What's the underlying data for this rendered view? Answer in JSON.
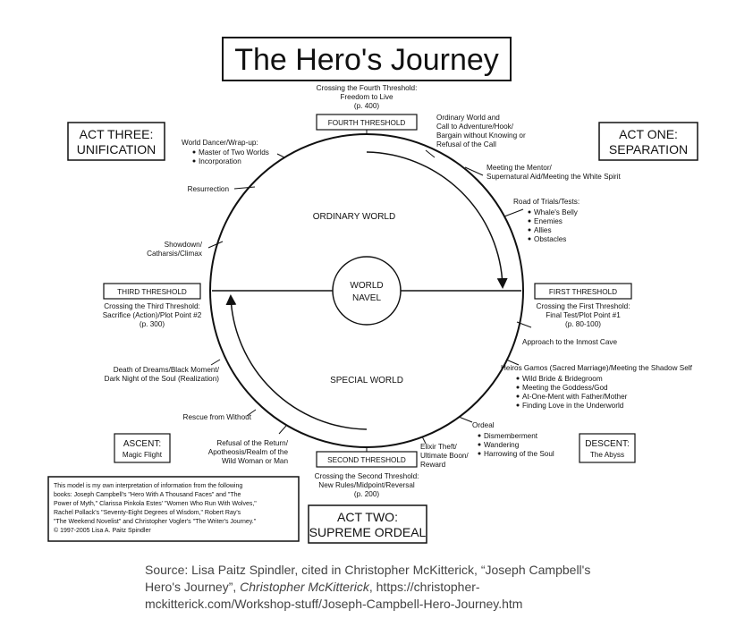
{
  "title": "The Hero's Journey",
  "acts": {
    "act_one": [
      "ACT ONE:",
      "SEPARATION"
    ],
    "act_two": [
      "ACT TWO:",
      "SUPREME ORDEAL"
    ],
    "act_three": [
      "ACT THREE:",
      "UNIFICATION"
    ]
  },
  "thresholds": {
    "first": "FIRST THRESHOLD",
    "second": "SECOND THRESHOLD",
    "third": "THIRD THRESHOLD",
    "fourth": "FOURTH THRESHOLD"
  },
  "center": [
    "WORLD",
    "NAVEL"
  ],
  "worlds": {
    "ordinary": "ORDINARY WORLD",
    "special": "SPECIAL WORLD"
  },
  "ascent": [
    "ASCENT:",
    "Magic Flight"
  ],
  "descent": [
    "DESCENT:",
    "The Abyss"
  ],
  "stages": {
    "fourth_crossing": [
      "Crossing the Fourth Threshold:",
      "Freedom to Live",
      "(p. 400)"
    ],
    "ordinary_world": [
      "Ordinary World and",
      "Call to Adventure/Hook/",
      "Bargain without Knowing or",
      "Refusal of the Call"
    ],
    "mentor": [
      "Meeting the Mentor/",
      "Supernatural Aid/Meeting the White Spirit"
    ],
    "road_of_trials": "Road of Trials/Tests:",
    "trials": [
      "Whale's Belly",
      "Enemies",
      "Allies",
      "Obstacles"
    ],
    "first_crossing": [
      "Crossing the First Threshold:",
      "Final Test/Plot Point #1",
      "(p. 80-100)"
    ],
    "inmost_cave": "Approach to the Inmost Cave",
    "hieros_gamos": "Heiros Gamos (Sacred Marriage)/Meeting the Shadow Self",
    "hieros_items": [
      "Wild Bride & Bridegroom",
      "Meeting the Goddess/God",
      "At-One-Ment with Father/Mother",
      "Finding Love in the Underworld"
    ],
    "ordeal": "Ordeal",
    "ordeal_items": [
      "Dismemberment",
      "Wandering",
      "Harrowing of the Soul"
    ],
    "elixir_theft": [
      "Elixir Theft/",
      "Ultimate Boon/",
      "Reward"
    ],
    "second_crossing": [
      "Crossing the Second Threshold:",
      "New Rules/Midpoint/Reversal",
      "(p. 200)"
    ],
    "refusal_of_return": [
      "Refusal of the Return/",
      "Apotheosis/Realm of the",
      "Wild Woman or Man"
    ],
    "rescue": "Rescue from Without",
    "death_of_dreams": [
      "Death of Dreams/Black Moment/",
      "Dark Night of the Soul (Realization)"
    ],
    "third_crossing": [
      "Crossing the Third Threshold:",
      "Sacrifice (Action)/Plot Point #2",
      "(p. 300)"
    ],
    "showdown": [
      "Showdown/",
      "Catharsis/Climax"
    ],
    "resurrection": "Resurrection",
    "world_dancer": "World Dancer/Wrap-up:",
    "world_dancer_items": [
      "Master of Two Worlds",
      "Incorporation"
    ]
  },
  "note": [
    "This model is my own interpretation of information from the following",
    "books: Joseph Campbell's \"Hero With A Thousand Faces\" and \"The",
    "Power of Myth,\" Clarissa Pinkola Estes' \"Women Who Run With Wolves,\"",
    "Rachel Pollack's \"Seventy-Eight Degrees of Wisdom,\" Robert Ray's",
    "\"The Weekend Novelist\" and Christopher Vogler's \"The Writer's Journey.\"",
    "© 1997-2005 Lisa A. Paitz Spindler"
  ],
  "source": {
    "prefix": "Source: Lisa Paitz Spindler, cited in Christopher McKitterick, “Joseph Campbell's Hero's Journey”, ",
    "author": "Christopher McKitterick",
    "suffix": ", https://christopher-mckitterick.com/Workshop-stuff/Joseph-Campbell-Hero-Journey.htm"
  }
}
